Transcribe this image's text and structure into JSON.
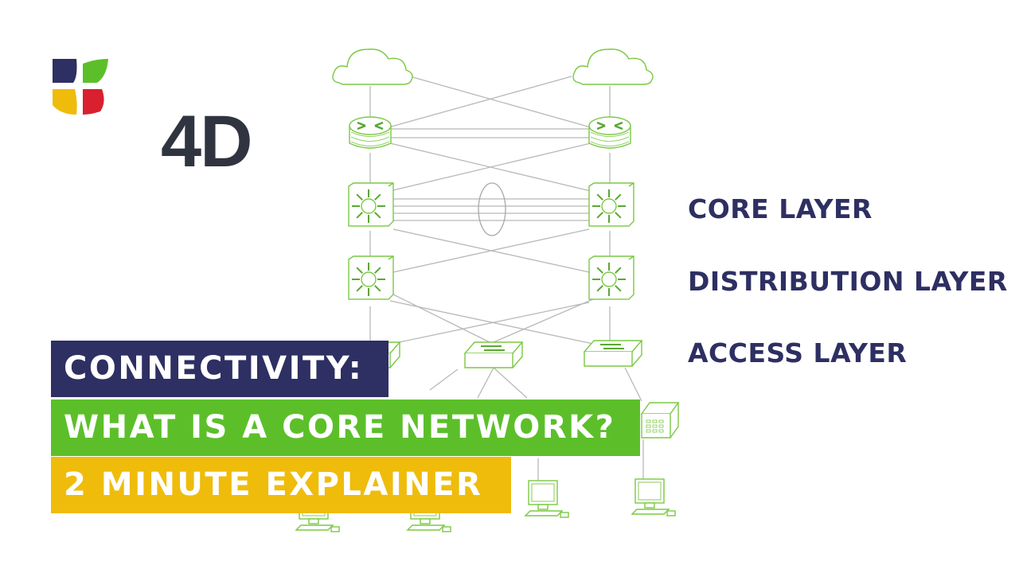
{
  "brand": {
    "logo_text": "4D"
  },
  "layers": {
    "core": "CORE LAYER",
    "distribution": "DISTRIBUTION LAYER",
    "access": "ACCESS LAYER"
  },
  "title": {
    "line1": "CONNECTIVITY:",
    "line2": "WHAT IS A CORE NETWORK?",
    "line3": "2 MINUTE EXPLAINER"
  },
  "colors": {
    "navy": "#2e2f62",
    "green": "#5cbf2a",
    "yellow": "#efbc0b",
    "diagram_green": "#7ac943",
    "link_gray": "#b8b8b8"
  }
}
